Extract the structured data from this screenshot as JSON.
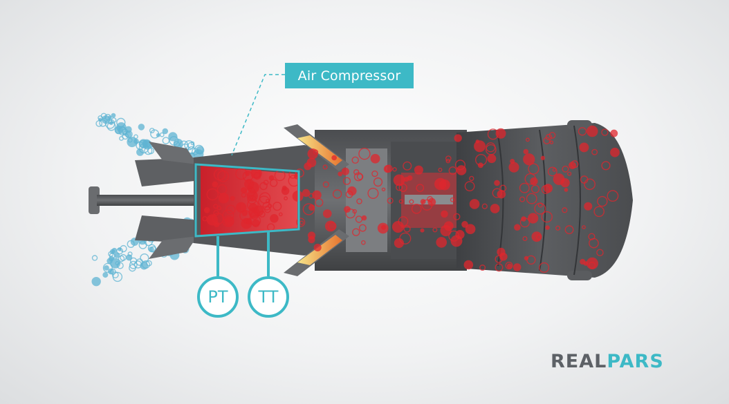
{
  "callout": {
    "label": "Air Compressor"
  },
  "sensors": [
    {
      "label": "PT"
    },
    {
      "label": "TT"
    }
  ],
  "logo": {
    "part1": "REAL",
    "part2": "PARS"
  },
  "colors": {
    "accent": "#3db9c6",
    "engine_body": "#5a5c5f",
    "flow_particles": "#e0262d",
    "intake_particles": "#5fb4d3",
    "flame": "#f2c94c"
  }
}
